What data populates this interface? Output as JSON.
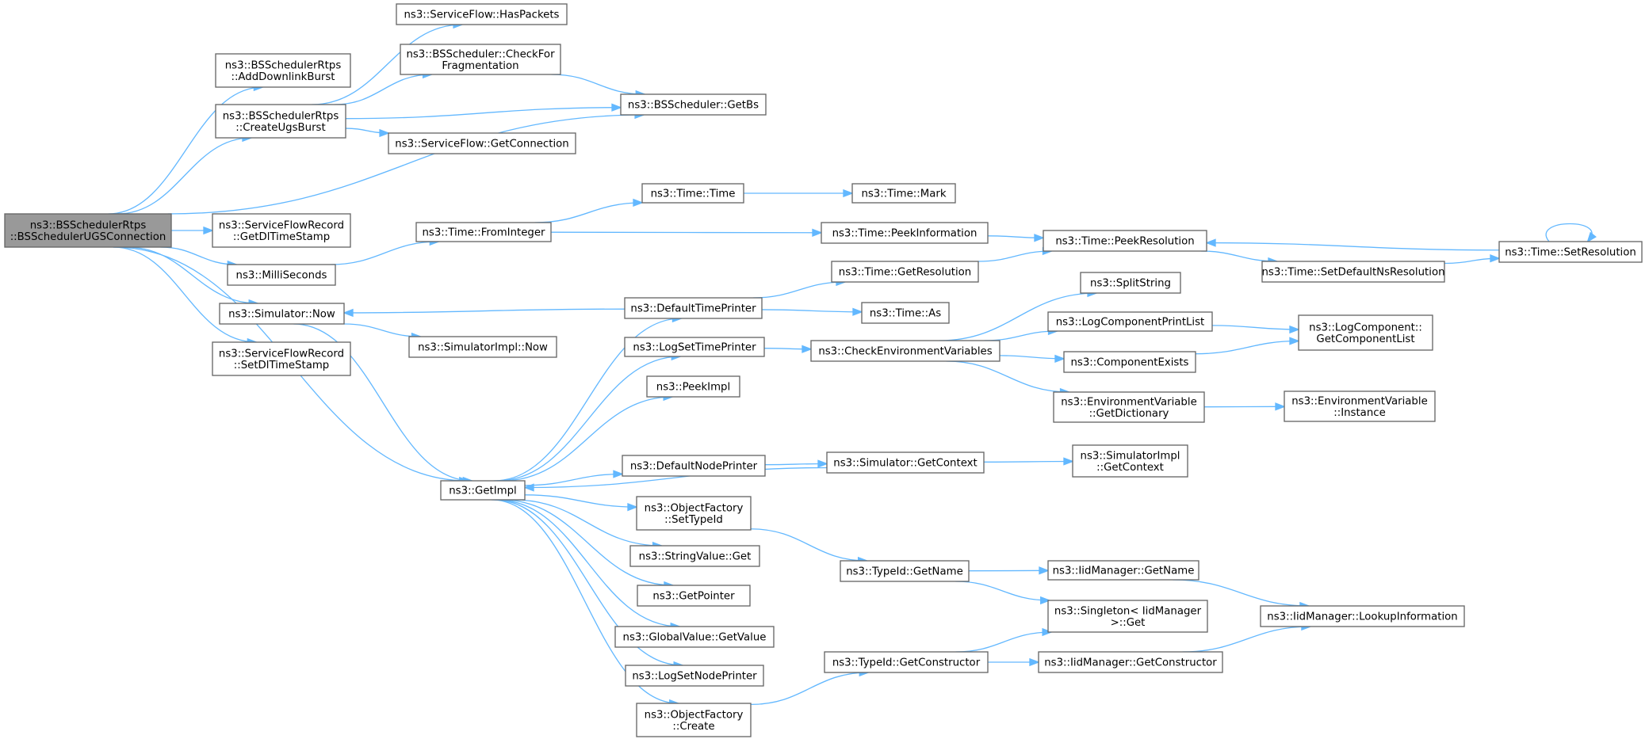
{
  "graph": {
    "nodes": [
      {
        "id": "root",
        "lines": [
          "ns3::BSSchedulerRtps",
          "::BSSchedulerUGSConnection"
        ],
        "root": true
      },
      {
        "id": "add_dl_burst",
        "lines": [
          "ns3::BSSchedulerRtps",
          "::AddDownlinkBurst"
        ]
      },
      {
        "id": "create_ugs",
        "lines": [
          "ns3::BSSchedulerRtps",
          "::CreateUgsBurst"
        ]
      },
      {
        "id": "sfr_getdl",
        "lines": [
          "ns3::ServiceFlowRecord",
          "::GetDlTimeStamp"
        ]
      },
      {
        "id": "milliseconds",
        "lines": [
          "ns3::MilliSeconds"
        ]
      },
      {
        "id": "sim_now",
        "lines": [
          "ns3::Simulator::Now"
        ]
      },
      {
        "id": "sfr_setdl",
        "lines": [
          "ns3::ServiceFlowRecord",
          "::SetDlTimeStamp"
        ]
      },
      {
        "id": "sf_haspackets",
        "lines": [
          "ns3::ServiceFlow::HasPackets"
        ]
      },
      {
        "id": "bs_checkfrag",
        "lines": [
          "ns3::BSScheduler::CheckFor",
          "Fragmentation"
        ]
      },
      {
        "id": "bs_getbs",
        "lines": [
          "ns3::BSScheduler::GetBs"
        ]
      },
      {
        "id": "sf_getconn",
        "lines": [
          "ns3::ServiceFlow::GetConnection"
        ]
      },
      {
        "id": "time_fromint",
        "lines": [
          "ns3::Time::FromInteger"
        ]
      },
      {
        "id": "simimpl_now",
        "lines": [
          "ns3::SimulatorImpl::Now"
        ]
      },
      {
        "id": "getimpl",
        "lines": [
          "ns3::GetImpl"
        ]
      },
      {
        "id": "time_time",
        "lines": [
          "ns3::Time::Time"
        ]
      },
      {
        "id": "time_mark",
        "lines": [
          "ns3::Time::Mark"
        ]
      },
      {
        "id": "time_peekinfo",
        "lines": [
          "ns3::Time::PeekInformation"
        ]
      },
      {
        "id": "time_peekres",
        "lines": [
          "ns3::Time::PeekResolution"
        ]
      },
      {
        "id": "time_getres",
        "lines": [
          "ns3::Time::GetResolution"
        ]
      },
      {
        "id": "time_setdefns",
        "lines": [
          "ns3::Time::SetDefaultNsResolution"
        ]
      },
      {
        "id": "time_setres",
        "lines": [
          "ns3::Time::SetResolution"
        ]
      },
      {
        "id": "default_time_printer",
        "lines": [
          "ns3::DefaultTimePrinter"
        ]
      },
      {
        "id": "time_as",
        "lines": [
          "ns3::Time::As"
        ]
      },
      {
        "id": "log_settime",
        "lines": [
          "ns3::LogSetTimePrinter"
        ]
      },
      {
        "id": "check_env",
        "lines": [
          "ns3::CheckEnvironmentVariables"
        ]
      },
      {
        "id": "split_string",
        "lines": [
          "ns3::SplitString"
        ]
      },
      {
        "id": "log_comp_printlist",
        "lines": [
          "ns3::LogComponentPrintList"
        ]
      },
      {
        "id": "log_comp_getlist",
        "lines": [
          "ns3::LogComponent::",
          "GetComponentList"
        ]
      },
      {
        "id": "comp_exists",
        "lines": [
          "ns3::ComponentExists"
        ]
      },
      {
        "id": "env_getdict",
        "lines": [
          "ns3::EnvironmentVariable",
          "::GetDictionary"
        ]
      },
      {
        "id": "env_instance",
        "lines": [
          "ns3::EnvironmentVariable",
          "::Instance"
        ]
      },
      {
        "id": "peekimpl",
        "lines": [
          "ns3::PeekImpl"
        ]
      },
      {
        "id": "default_node_printer",
        "lines": [
          "ns3::DefaultNodePrinter"
        ]
      },
      {
        "id": "sim_getctx",
        "lines": [
          "ns3::Simulator::GetContext"
        ]
      },
      {
        "id": "simimpl_getctx",
        "lines": [
          "ns3::SimulatorImpl",
          "::GetContext"
        ]
      },
      {
        "id": "objfactory_settypeid",
        "lines": [
          "ns3::ObjectFactory",
          "::SetTypeId"
        ]
      },
      {
        "id": "stringvalue_get",
        "lines": [
          "ns3::StringValue::Get"
        ]
      },
      {
        "id": "typeid_getname",
        "lines": [
          "ns3::TypeId::GetName"
        ]
      },
      {
        "id": "iid_getname",
        "lines": [
          "ns3::IidManager::GetName"
        ]
      },
      {
        "id": "singleton_get",
        "lines": [
          "ns3::Singleton< IidManager",
          ">::Get"
        ]
      },
      {
        "id": "iid_lookup",
        "lines": [
          "ns3::IidManager::LookupInformation"
        ]
      },
      {
        "id": "getpointer",
        "lines": [
          "ns3::GetPointer"
        ]
      },
      {
        "id": "globalvalue_get",
        "lines": [
          "ns3::GlobalValue::GetValue"
        ]
      },
      {
        "id": "typeid_getctor",
        "lines": [
          "ns3::TypeId::GetConstructor"
        ]
      },
      {
        "id": "iid_getctor",
        "lines": [
          "ns3::IidManager::GetConstructor"
        ]
      },
      {
        "id": "log_setnode",
        "lines": [
          "ns3::LogSetNodePrinter"
        ]
      },
      {
        "id": "objfactory_create",
        "lines": [
          "ns3::ObjectFactory",
          "::Create"
        ]
      }
    ],
    "edges": [
      [
        "root",
        "add_dl_burst"
      ],
      [
        "root",
        "create_ugs"
      ],
      [
        "root",
        "bs_getbs"
      ],
      [
        "root",
        "sfr_getdl"
      ],
      [
        "root",
        "milliseconds"
      ],
      [
        "root",
        "sim_now"
      ],
      [
        "root",
        "sfr_setdl"
      ],
      [
        "root",
        "getimpl"
      ],
      [
        "create_ugs",
        "sf_haspackets"
      ],
      [
        "create_ugs",
        "bs_checkfrag"
      ],
      [
        "create_ugs",
        "bs_getbs"
      ],
      [
        "create_ugs",
        "sf_getconn"
      ],
      [
        "bs_checkfrag",
        "bs_getbs"
      ],
      [
        "milliseconds",
        "time_fromint"
      ],
      [
        "time_fromint",
        "time_time"
      ],
      [
        "time_fromint",
        "time_peekinfo"
      ],
      [
        "time_time",
        "time_mark"
      ],
      [
        "time_peekinfo",
        "time_peekres"
      ],
      [
        "time_peekres",
        "time_setdefns"
      ],
      [
        "time_setdefns",
        "time_setres"
      ],
      [
        "time_setres",
        "time_peekres"
      ],
      [
        "time_setres",
        "time_setres"
      ],
      [
        "sim_now",
        "simimpl_now"
      ],
      [
        "sim_now",
        "getimpl"
      ],
      [
        "getimpl",
        "default_time_printer"
      ],
      [
        "getimpl",
        "log_settime"
      ],
      [
        "getimpl",
        "peekimpl"
      ],
      [
        "getimpl",
        "default_node_printer"
      ],
      [
        "getimpl",
        "objfactory_settypeid"
      ],
      [
        "getimpl",
        "stringvalue_get"
      ],
      [
        "getimpl",
        "getpointer"
      ],
      [
        "getimpl",
        "globalvalue_get"
      ],
      [
        "getimpl",
        "log_setnode"
      ],
      [
        "getimpl",
        "objfactory_create"
      ],
      [
        "default_time_printer",
        "sim_now"
      ],
      [
        "default_time_printer",
        "time_getres"
      ],
      [
        "default_time_printer",
        "time_as"
      ],
      [
        "time_getres",
        "time_peekres"
      ],
      [
        "log_settime",
        "check_env"
      ],
      [
        "check_env",
        "split_string"
      ],
      [
        "check_env",
        "log_comp_printlist"
      ],
      [
        "check_env",
        "comp_exists"
      ],
      [
        "check_env",
        "env_getdict"
      ],
      [
        "log_comp_printlist",
        "log_comp_getlist"
      ],
      [
        "comp_exists",
        "log_comp_getlist"
      ],
      [
        "env_getdict",
        "env_instance"
      ],
      [
        "default_node_printer",
        "sim_getctx"
      ],
      [
        "sim_getctx",
        "getimpl"
      ],
      [
        "sim_getctx",
        "simimpl_getctx"
      ],
      [
        "objfactory_settypeid",
        "typeid_getname"
      ],
      [
        "typeid_getname",
        "iid_getname"
      ],
      [
        "typeid_getname",
        "singleton_get"
      ],
      [
        "iid_getname",
        "iid_lookup"
      ],
      [
        "objfactory_create",
        "typeid_getctor"
      ],
      [
        "typeid_getctor",
        "singleton_get"
      ],
      [
        "typeid_getctor",
        "iid_getctor"
      ],
      [
        "iid_getctor",
        "iid_lookup"
      ]
    ]
  }
}
